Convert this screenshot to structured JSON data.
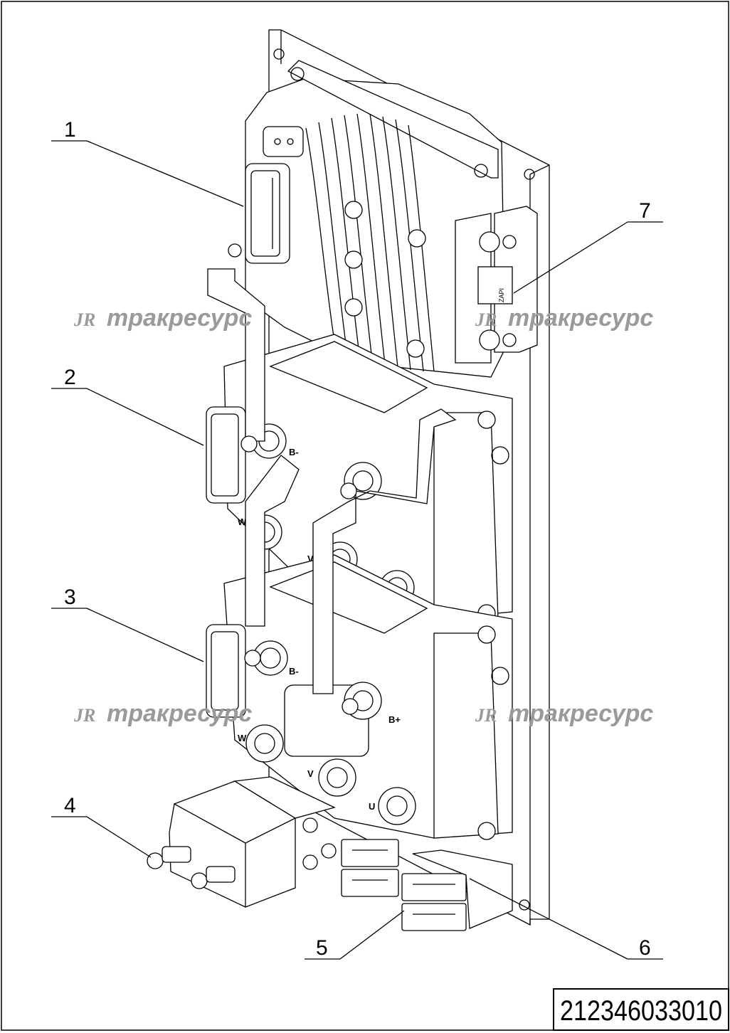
{
  "callouts": [
    {
      "num": "1"
    },
    {
      "num": "2"
    },
    {
      "num": "3"
    },
    {
      "num": "4"
    },
    {
      "num": "5"
    },
    {
      "num": "6"
    },
    {
      "num": "7"
    }
  ],
  "watermark": {
    "logo": "JR",
    "text": "тракресурс"
  },
  "terminal_labels": {
    "b_minus": "B-",
    "b_plus": "B+",
    "u": "U",
    "v": "V",
    "w": "W"
  },
  "component_brand": "ZAPI",
  "document_number": "212346033010",
  "colors": {
    "line": "#000000",
    "watermark": "#9a9a9a",
    "background": "#ffffff"
  }
}
